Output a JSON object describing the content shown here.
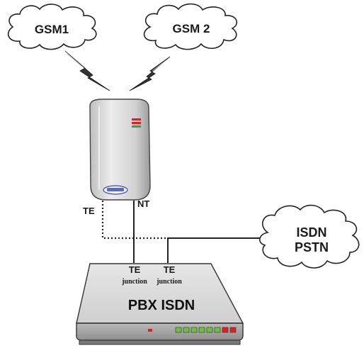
{
  "clouds": {
    "gsm1": "GSM1",
    "gsm2": "GSM 2",
    "network_line1": "ISDN",
    "network_line2": "PSTN"
  },
  "gateway": {
    "port_te": "TE",
    "port_nt": "NT",
    "badge_icon": "device-logo-badge"
  },
  "pbx": {
    "title": "PBX ISDN",
    "port1_label": "TE",
    "port1_sub": "junction",
    "port2_label": "TE",
    "port2_sub": "junction",
    "led_colors": [
      "#6fbf3a",
      "#6fbf3a",
      "#6fbf3a",
      "#6fbf3a",
      "#6fbf3a",
      "#6fbf3a",
      "#e02020",
      "#e02020"
    ]
  },
  "colors": {
    "device_body": "#d7d7d7",
    "line": "#222222",
    "indicator_red": "#e02020",
    "indicator_green": "#3aa33a"
  },
  "icons": {
    "lightning_left": "lightning-bolt-icon",
    "lightning_right": "lightning-bolt-icon"
  }
}
